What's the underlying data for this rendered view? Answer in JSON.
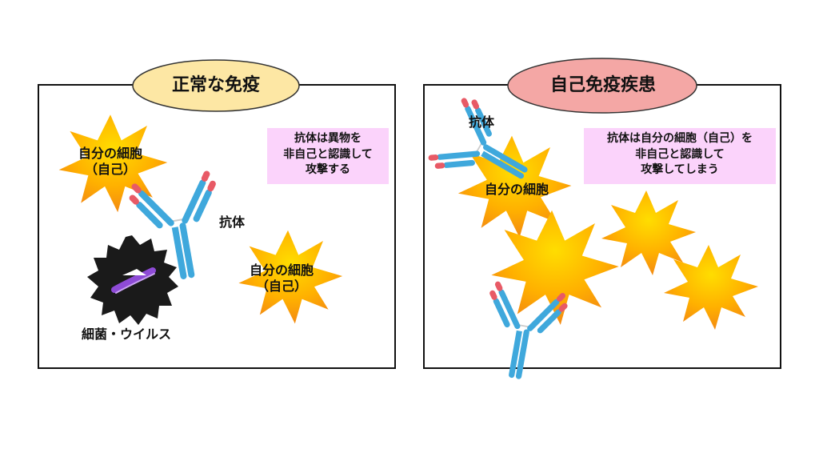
{
  "panels": {
    "normal": {
      "title": "正常な免疫",
      "title_color": "#fde7a4",
      "note": "抗体は異物を\n非自己と認識して\n攻撃する",
      "self_cell_label": "自分の細胞\n（自己）",
      "antibody_label": "抗体",
      "pathogen_label": "細菌・ウイルス"
    },
    "autoimmune": {
      "title": "自己免疫疾患",
      "title_color": "#f4a7a5",
      "note": "抗体は自分の細胞（自己）を\n非自己と認識して\n攻撃してしまう",
      "antibody_label": "抗体",
      "self_cell_label": "自分の細胞"
    }
  },
  "colors": {
    "note_bg": "#fbd3fb",
    "antibody_blue": "#3fa8dc",
    "antibody_red": "#e85a66",
    "cell_outer": "#f59a1a",
    "cell_inner": "#ffd400",
    "pathogen": "#1a1a1a",
    "pathogen_accent": "#8e4bd6"
  },
  "icons": [
    "self-cell-icon",
    "antibody-icon",
    "pathogen-icon"
  ]
}
